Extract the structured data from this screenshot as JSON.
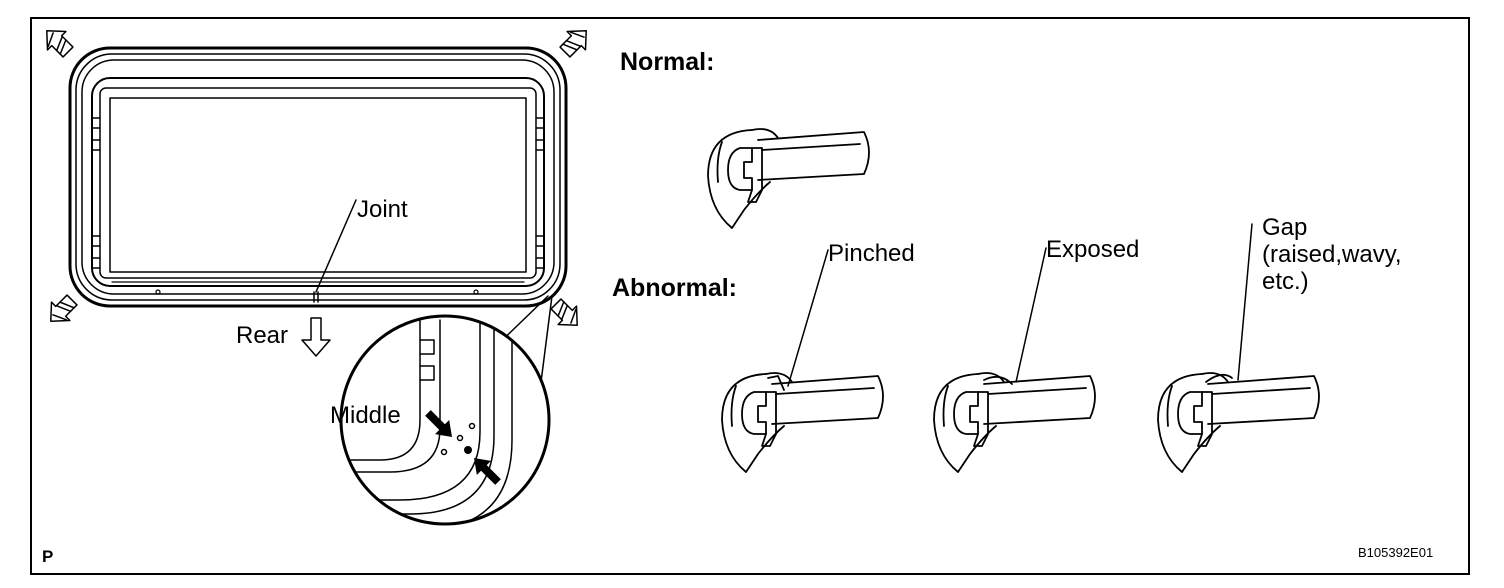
{
  "labels": {
    "normal": "Normal:",
    "abnormal": "Abnormal:",
    "joint": "Joint",
    "rear": "Rear",
    "middle": "Middle",
    "pinched": "Pinched",
    "exposed": "Exposed",
    "gap_line1": "Gap",
    "gap_line2": "(raised,wavy,",
    "gap_line3": "etc.)",
    "corner_p": "P",
    "figure_id": "B105392E01"
  },
  "colors": {
    "line": "#000000",
    "background": "#ffffff"
  }
}
